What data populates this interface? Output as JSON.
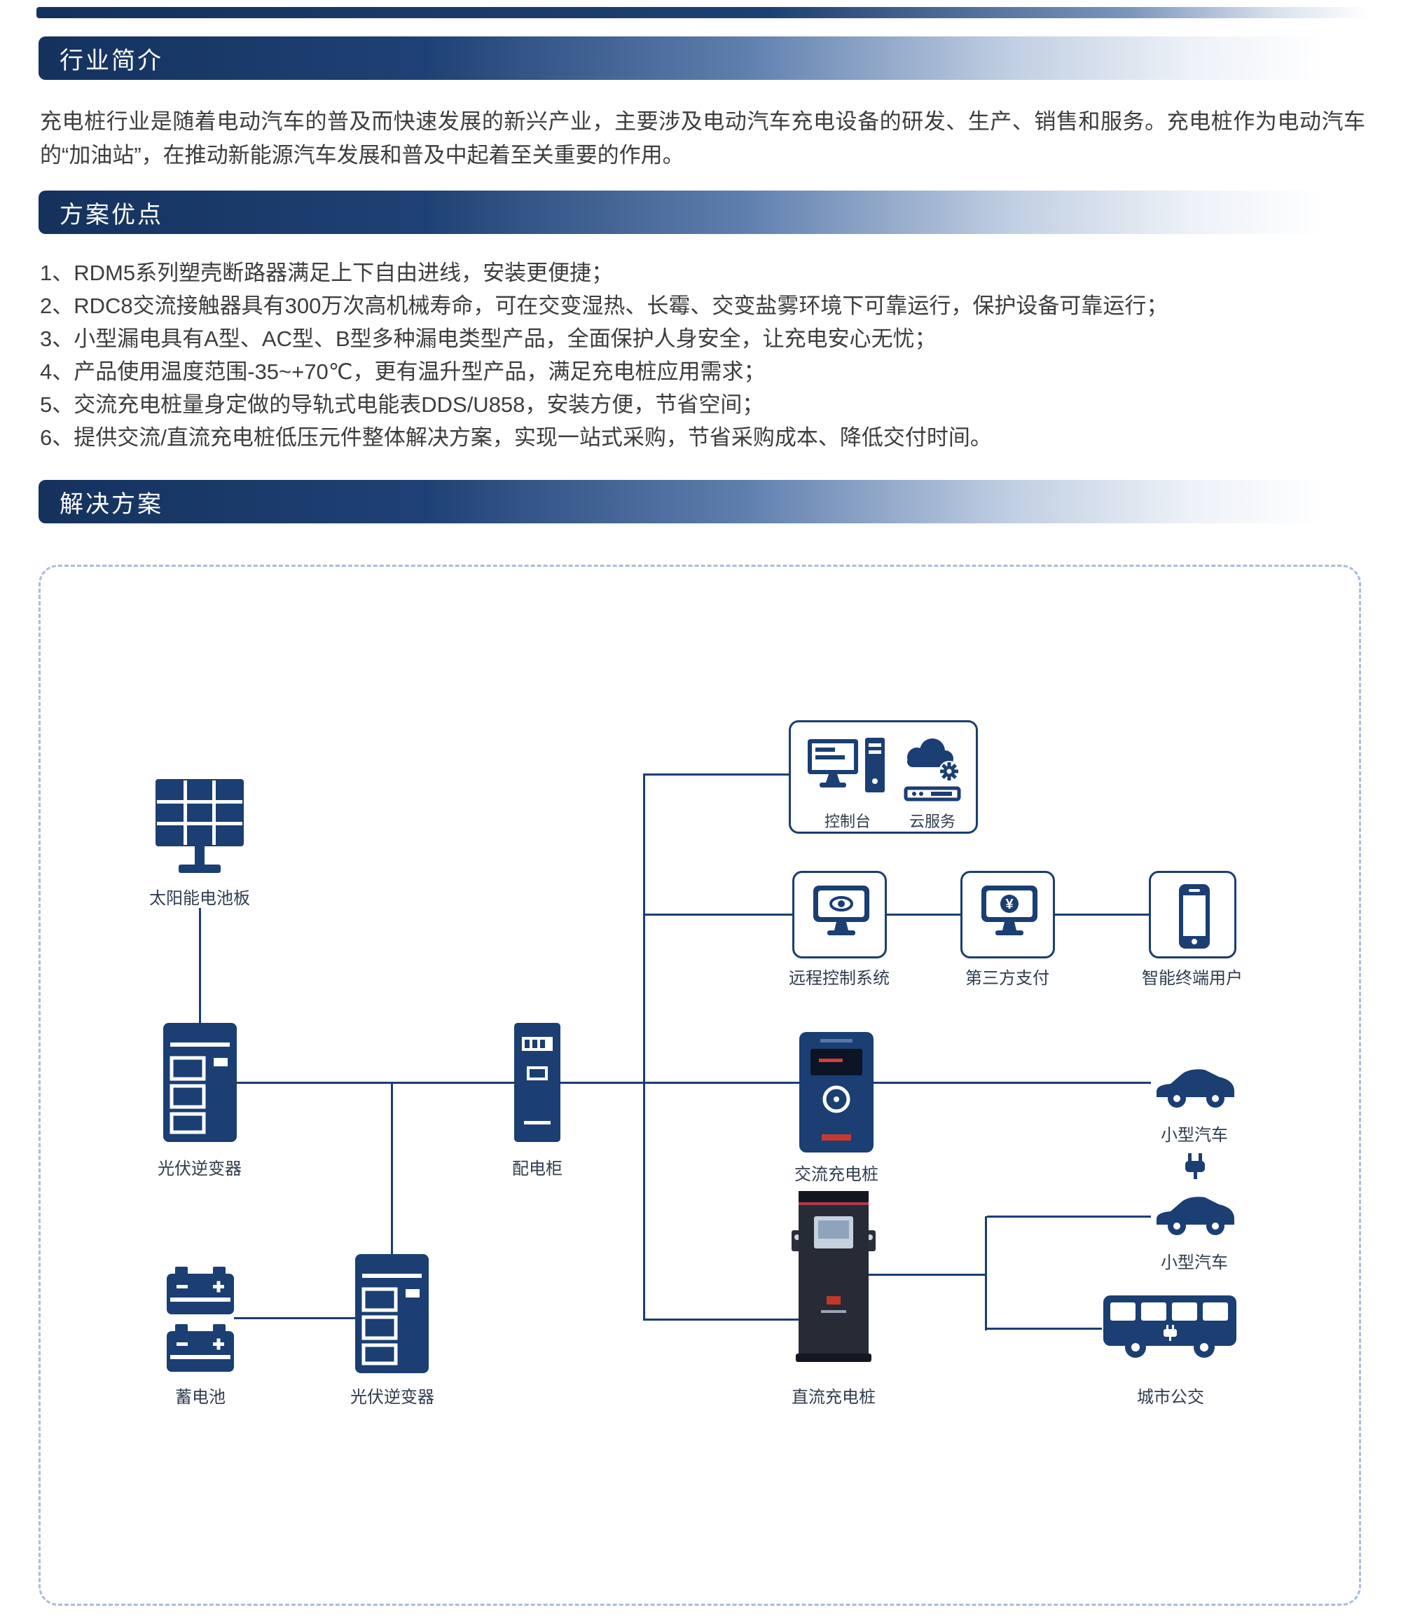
{
  "colors": {
    "primary_navy": "#1b3e73",
    "banner_dark": "#15325e",
    "accent_red": "#c0392b",
    "dark_cabinet": "#262b36",
    "dashed_border": "#a9bdd9"
  },
  "sections": {
    "industry": {
      "title": "行业简介",
      "paragraph": "充电桩行业是随着电动汽车的普及而快速发展的新兴产业，主要涉及电动汽车充电设备的研发、生产、销售和服务。充电桩作为电动汽车的“加油站”，在推动新能源汽车发展和普及中起着至关重要的作用。"
    },
    "advantages": {
      "title": "方案优点",
      "items": [
        "1、RDM5系列塑壳断路器满足上下自由进线，安装更便捷；",
        "2、RDC8交流接触器具有300万次高机械寿命，可在交变湿热、长霉、交变盐雾环境下可靠运行，保护设备可靠运行；",
        "3、小型漏电具有A型、AC型、B型多种漏电类型产品，全面保护人身安全，让充电安心无忧；",
        "4、产品使用温度范围-35~+70℃，更有温升型产品，满足充电桩应用需求；",
        "5、交流充电桩量身定做的导轨式电能表DDS/U858，安装方便，节省空间；",
        "6、提供交流/直流充电桩低压元件整体解决方案，实现一站式采购，节省采购成本、降低交付时间。"
      ]
    },
    "solution": {
      "title": "解决方案"
    }
  },
  "diagram": {
    "labels": {
      "solar_panel": "太阳能电池板",
      "pv_inverter_1": "光伏逆变器",
      "distribution_cabinet": "配电柜",
      "console": "控制台",
      "cloud_service": "云服务",
      "remote_control": "远程控制系统",
      "third_party_payment": "第三方支付",
      "smart_terminal_user": "智能终端用户",
      "ac_charging_pile": "交流充电桩",
      "dc_charging_pile": "直流充电桩",
      "small_car_top": "小型汽车",
      "small_car_middle": "小型汽车",
      "city_bus": "城市公交",
      "battery": "蓄电池",
      "pv_inverter_2": "光伏逆变器"
    },
    "icons": {
      "payment_symbol": "¥"
    }
  }
}
